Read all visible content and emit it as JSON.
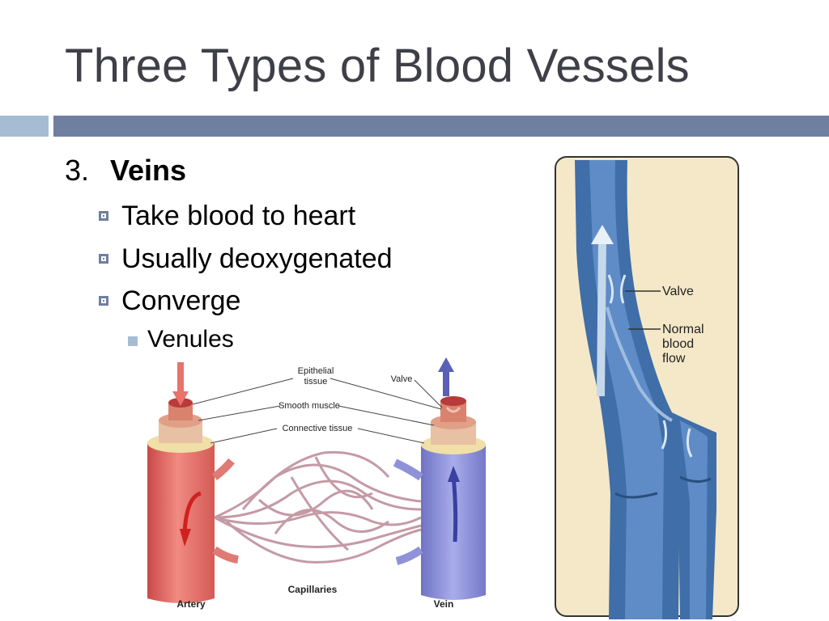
{
  "slide": {
    "title": "Three Types of Blood Vessels",
    "number": "3.",
    "heading": "Veins",
    "bullets": [
      "Take blood to heart",
      "Usually deoxygenated",
      "Converge"
    ],
    "sub_bullets": [
      "Venules"
    ]
  },
  "diagram_left": {
    "labels": {
      "epithelial": [
        "Epithelial",
        "tissue"
      ],
      "valve": "Valve",
      "smooth": "Smooth muscle",
      "connective": "Connective tissue",
      "artery": "Artery",
      "capillaries": "Capillaries",
      "vein": "Vein"
    }
  },
  "diagram_right": {
    "labels": {
      "valve": "Valve",
      "flow": [
        "Normal",
        "blood",
        "flow"
      ]
    }
  },
  "colors": {
    "title": "#3f3f48",
    "accent_light": "#a6bcd3",
    "accent_dark": "#6f7f9f",
    "artery": "#e8726c",
    "vein": "#8c8fd6",
    "vein_panel": "#3f6ea8",
    "panel_bg": "#f4e8c8"
  }
}
